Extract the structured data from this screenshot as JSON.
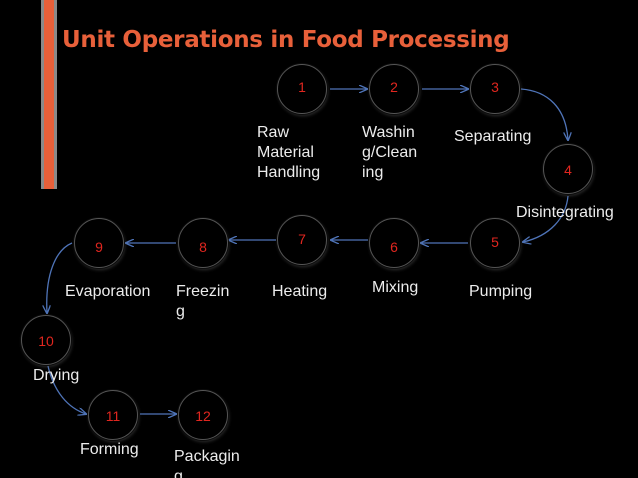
{
  "title": "Unit Operations in  Food Processing",
  "colors": {
    "accent": "#e8603a",
    "step_number": "#e0261f",
    "arrow": "#4f74b8",
    "label": "#ececec",
    "background": "#000000"
  },
  "steps": [
    {
      "number": "1",
      "label": "Raw Material Handling"
    },
    {
      "number": "2",
      "label": "Washing/Cleaning"
    },
    {
      "number": "3",
      "label": "Separating"
    },
    {
      "number": "4",
      "label": "Disintegrating"
    },
    {
      "number": "5",
      "label": "Pumping"
    },
    {
      "number": "6",
      "label": "Mixing"
    },
    {
      "number": "7",
      "label": "Heating"
    },
    {
      "number": "8",
      "label": "Freezing"
    },
    {
      "number": "9",
      "label": "Evaporation"
    },
    {
      "number": "10",
      "label": "Drying"
    },
    {
      "number": "11",
      "label": "Forming"
    },
    {
      "number": "12",
      "label": "Packaging"
    }
  ]
}
